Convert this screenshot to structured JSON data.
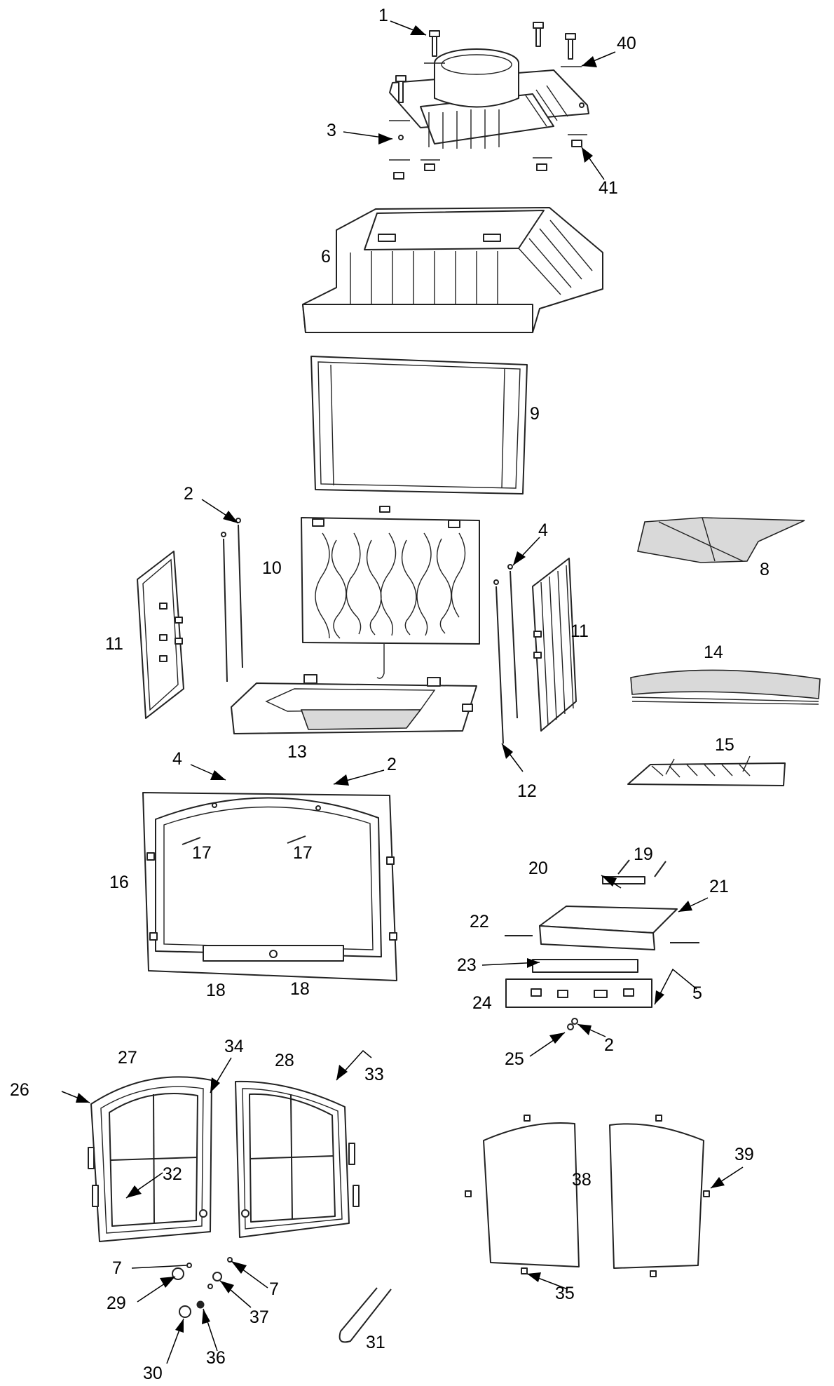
{
  "labels": {
    "p1": "1",
    "p2a": "2",
    "p2b": "2",
    "p2c": "2",
    "p3": "3",
    "p4a": "4",
    "p4b": "4",
    "p5": "5",
    "p6": "6",
    "p7a": "7",
    "p7b": "7",
    "p8": "8",
    "p9": "9",
    "p10": "10",
    "p11a": "11",
    "p11b": "11",
    "p12": "12",
    "p13": "13",
    "p14": "14",
    "p15": "15",
    "p16": "16",
    "p17a": "17",
    "p17b": "17",
    "p18a": "18",
    "p18b": "18",
    "p19": "19",
    "p20": "20",
    "p21": "21",
    "p22": "22",
    "p23": "23",
    "p24": "24",
    "p25": "25",
    "p26": "26",
    "p27": "27",
    "p28": "28",
    "p29": "29",
    "p30": "30",
    "p31": "31",
    "p32": "32",
    "p33": "33",
    "p34": "34",
    "p35": "35",
    "p36": "36",
    "p37": "37",
    "p38": "38",
    "p39": "39",
    "p40": "40",
    "p41": "41"
  }
}
